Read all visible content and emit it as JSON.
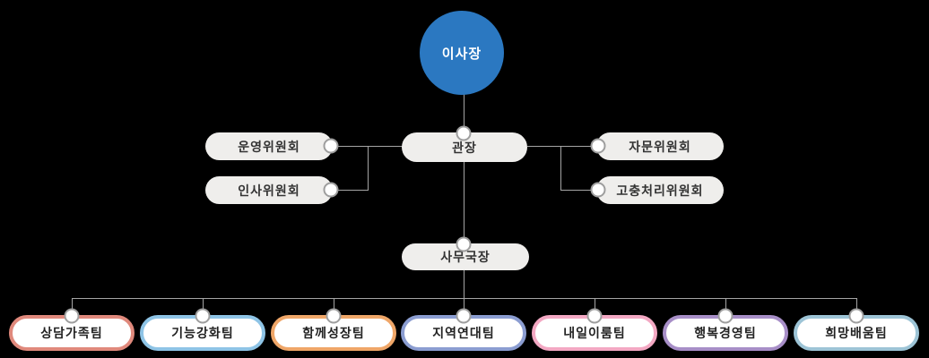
{
  "org_chart": {
    "title": "organization-chart",
    "colors": {
      "root_bg": "#2b78c1",
      "pill_bg": "#efeeec",
      "line": "#a5a5a5",
      "connector_ring": "#9e9e9e",
      "node_text": "#333333"
    },
    "root": {
      "label": "이사장",
      "color": "#2b78c1"
    },
    "director": {
      "label": "관장"
    },
    "left_committees": [
      {
        "label": "운영위원회"
      },
      {
        "label": "인사위원회"
      }
    ],
    "right_committees": [
      {
        "label": "자문위원회"
      },
      {
        "label": "고충처리위원회"
      }
    ],
    "secretary": {
      "label": "사무국장"
    },
    "teams": [
      {
        "label": "상담가족팀",
        "color": "#e0897c"
      },
      {
        "label": "기능강화팀",
        "color": "#8ec4e6"
      },
      {
        "label": "함께성장팀",
        "color": "#efa668"
      },
      {
        "label": "지역연대팀",
        "color": "#8b9dd1"
      },
      {
        "label": "내일이룸팀",
        "color": "#f3a8c3"
      },
      {
        "label": "행복경영팀",
        "color": "#a78ec7"
      },
      {
        "label": "희망배움팀",
        "color": "#9dc4d6"
      }
    ]
  }
}
